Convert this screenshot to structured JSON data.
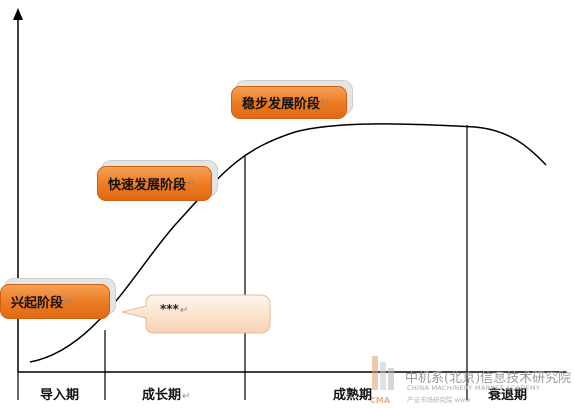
{
  "stages": {
    "emerging": "兴起阶段",
    "rapid": "快速发展阶段",
    "steady": "稳步发展阶段"
  },
  "callout": "***",
  "return_mark": "↵",
  "periods": {
    "intro": "导入期",
    "growth": "成长期",
    "mature": "成熟期",
    "decline": "衰退期"
  },
  "watermark": {
    "cn": "中机系(北京)信息技术研究院",
    "en": "CHINA MACHINERY MARKET  ACADEMY",
    "logo_text": "CMA",
    "sub": "产业市场研究院    www"
  },
  "colors": {
    "stage_box": "#ec7a22",
    "callout_fill": "#fde6d2",
    "line": "#000000",
    "watermark": "#9a9a9a"
  }
}
